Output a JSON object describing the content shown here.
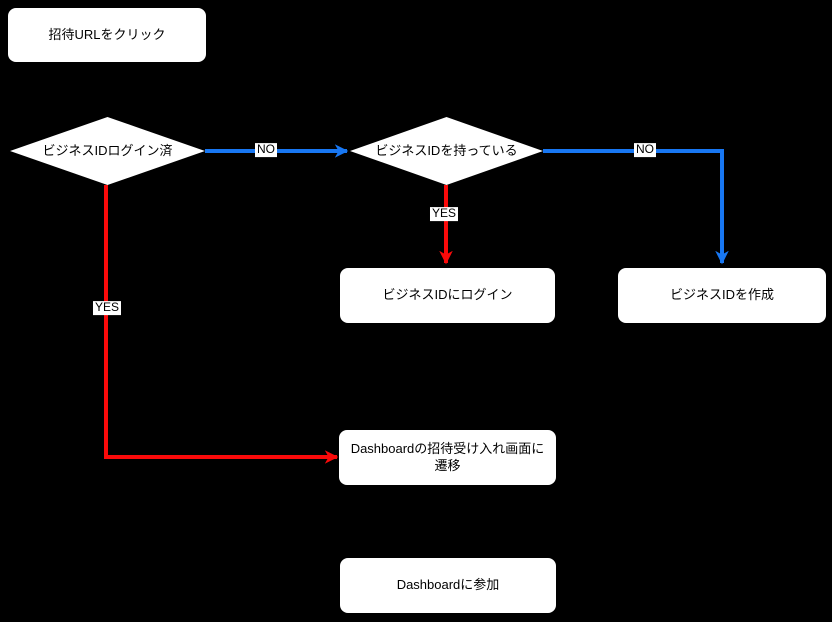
{
  "diagram_title": "invitation-url-flowchart",
  "colors": {
    "background": "#000000",
    "node_fill": "#ffffff",
    "node_text": "#000000",
    "edge_no": "#1877f2",
    "edge_yes": "#fa0a0a",
    "label_bg": "#ffffff",
    "label_text": "#000000"
  },
  "nodes": {
    "start": {
      "label": "招待URLをクリック",
      "type": "process"
    },
    "decision_logged_in": {
      "label": "ビジネスIDログイン済",
      "type": "decision"
    },
    "decision_has_id": {
      "label": "ビジネスIDを持っている",
      "type": "decision"
    },
    "login_business_id": {
      "label": "ビジネスIDにログイン",
      "type": "process"
    },
    "create_business_id": {
      "label": "ビジネスIDを作成",
      "type": "process"
    },
    "goto_invite_screen": {
      "label": "Dashboardの招待受け入れ画面に遷移",
      "type": "process"
    },
    "join_dashboard": {
      "label": "Dashboardに参加",
      "type": "process"
    }
  },
  "edges": {
    "logged_in_no": {
      "label": "NO",
      "from": "decision_logged_in",
      "to": "decision_has_id"
    },
    "has_id_yes": {
      "label": "YES",
      "from": "decision_has_id",
      "to": "login_business_id"
    },
    "has_id_no": {
      "label": "NO",
      "from": "decision_has_id",
      "to": "create_business_id"
    },
    "logged_in_yes": {
      "label": "YES",
      "from": "decision_logged_in",
      "to": "goto_invite_screen"
    }
  }
}
